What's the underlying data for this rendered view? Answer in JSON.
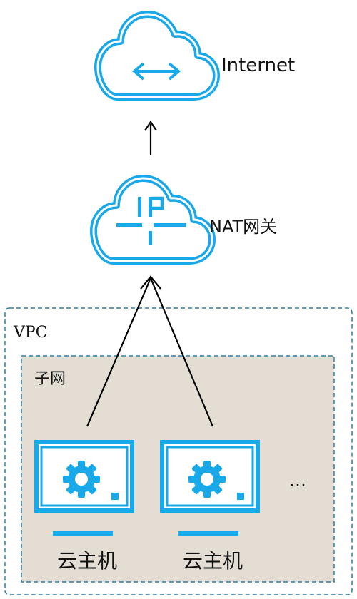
{
  "internet": {
    "label": "Internet",
    "icon": "cloud-arrows-icon"
  },
  "nat": {
    "label": "NAT网关",
    "icon": "cloud-ip-icon"
  },
  "vpc": {
    "label": "VPC"
  },
  "subnet": {
    "label": "子网"
  },
  "hosts": [
    {
      "label": "云主机",
      "icon": "monitor-gear-icon"
    },
    {
      "label": "云主机",
      "icon": "monitor-gear-icon"
    }
  ],
  "more": {
    "label": "…"
  },
  "colors": {
    "accent": "#1aa9e8",
    "subnet_fill": "#e3ddd3",
    "border_dash": "#2d7ea8",
    "line": "#000000"
  }
}
